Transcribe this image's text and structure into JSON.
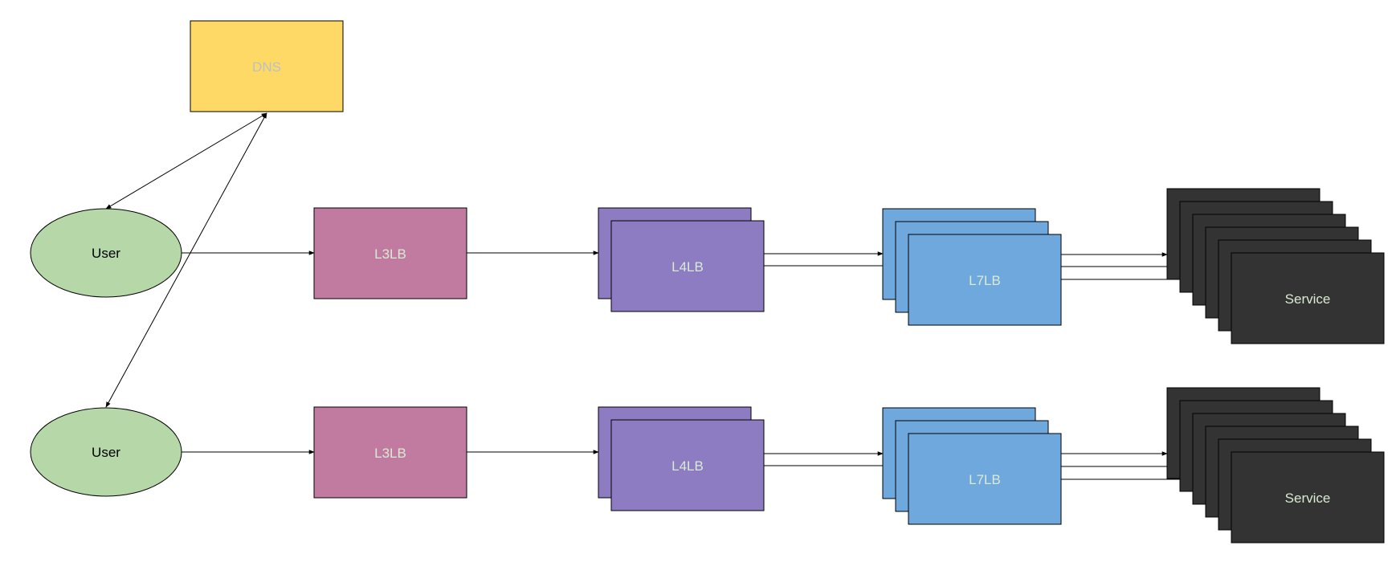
{
  "dns": {
    "label": "DNS"
  },
  "rows": [
    {
      "user": "User",
      "l3": "L3LB",
      "l4": "L4LB",
      "l7": "L7LB",
      "service": "Service"
    },
    {
      "user": "User",
      "l3": "L3LB",
      "l4": "L4LB",
      "l7": "L7LB",
      "service": "Service"
    }
  ],
  "colors": {
    "dns_fill": "#ffd966",
    "dns_text": "#b7c2c7",
    "user_fill": "#b6d7a8",
    "l3_fill": "#c27ba0",
    "l4_fill": "#8e7cc3",
    "l7_fill": "#6fa8dc",
    "service_fill": "#333333",
    "box_text": "#d9ead3",
    "user_text": "#000000"
  }
}
